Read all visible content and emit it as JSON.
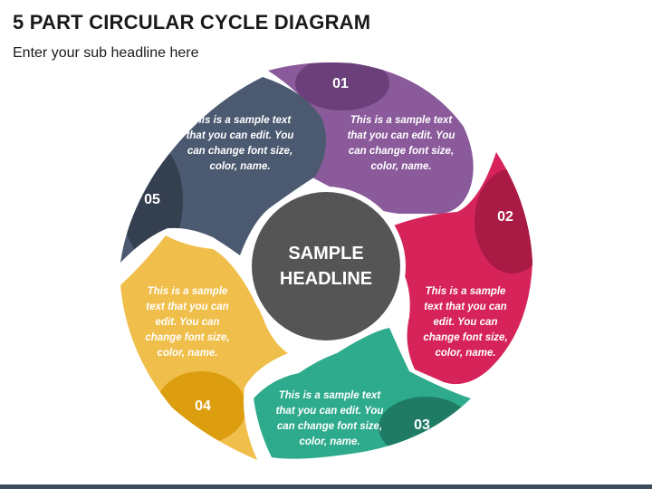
{
  "header": {
    "title": "5 PART CIRCULAR CYCLE DIAGRAM",
    "subtitle": "Enter your sub headline here"
  },
  "hub": {
    "label": "SAMPLE\nHEADLINE",
    "color": "#555555"
  },
  "segments": [
    {
      "number": "01",
      "text": "This is a sample text that you can edit. You can change font size, color, name.",
      "color": "#8a5a9a",
      "dark": "#6b3f7a"
    },
    {
      "number": "02",
      "text": "This is a sample text that you can edit. You can change font size, color, name.",
      "color": "#d6245b",
      "dark": "#a91a45"
    },
    {
      "number": "03",
      "text": "This is a sample text that you can edit. You can change font size, color, name.",
      "color": "#2eab8c",
      "dark": "#1f7b64"
    },
    {
      "number": "04",
      "text": "This is a sample text that you can edit. You can change font size, color, name.",
      "color": "#f0be4a",
      "dark": "#dc9e0f"
    },
    {
      "number": "05",
      "text": "This is a sample text that you can edit. You can change font size, color, name.",
      "color": "#4b5a70",
      "dark": "#343f50"
    }
  ]
}
